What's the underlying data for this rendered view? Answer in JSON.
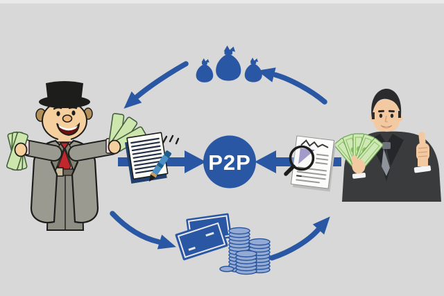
{
  "illustration": {
    "center_label": "P2P",
    "colors": {
      "background": "#d8d8d8",
      "primary_blue": "#2a57a4",
      "white": "#ffffff",
      "money_green_light": "#cde6ae",
      "money_green_mid": "#8cc063",
      "money_green_dark": "#5f9e49",
      "outline_black": "#1d1d1b",
      "skin_cartoon": "#f5cf9e",
      "skin_flat": "#f3c9a2",
      "suit_gray": "#9b9a90",
      "trouser_gray": "#8f8e85",
      "shirt_pink": "#f2dce1",
      "tie_red": "#c1272d",
      "suit_charcoal": "#3a3b3d",
      "lapel_dark": "#26272a",
      "tie_gray": "#8f949c",
      "hair_brown": "#b39059",
      "hair_black": "#2b2b2d",
      "pen_blue": "#4a90c4",
      "pen_dark": "#1d5e8f",
      "chart_purple": "#7b6fb0",
      "notepad_navy": "#20406f",
      "coin_fill": "#93abd4",
      "coin_edge": "#24509b"
    },
    "icons": {
      "top": "money-bags-icon",
      "left_of_center": "document-pen-icon",
      "right_of_center": "document-magnifier-icon",
      "bottom": "credit-cards-coins-icon"
    },
    "characters": {
      "left": "lender-cartoon-man-with-top-hat-and-cash",
      "right": "borrower-businessman-with-money-fan-thumbs-up"
    },
    "arrows": [
      "curved-arrow-top-left",
      "curved-arrow-top-right",
      "curved-arrow-bottom-left",
      "curved-arrow-bottom-right",
      "arrow-left-to-center",
      "arrow-right-to-center"
    ]
  }
}
